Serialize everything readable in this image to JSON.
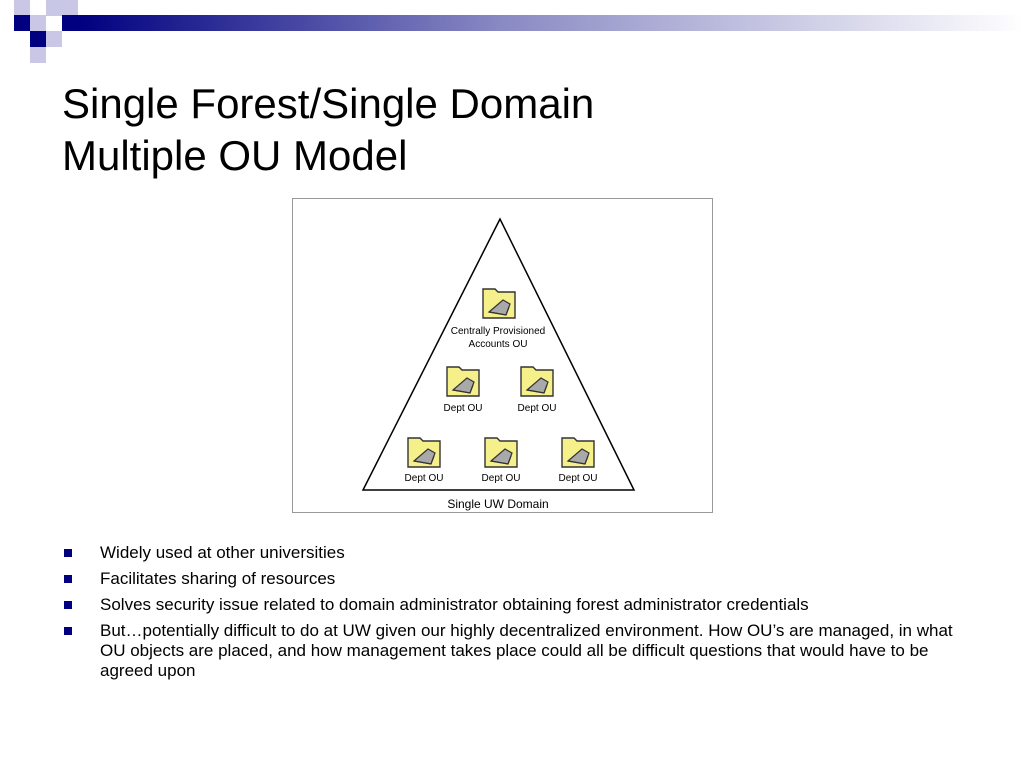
{
  "title": {
    "line1": "Single Forest/Single Domain",
    "line2": "Multiple OU Model"
  },
  "diagram": {
    "caption": "Single UW Domain",
    "top_ou": {
      "label_line1": "Centrally Provisioned",
      "label_line2": "Accounts OU"
    },
    "middle_ous": [
      "Dept OU",
      "Dept OU"
    ],
    "bottom_ous": [
      "Dept OU",
      "Dept OU",
      "Dept OU"
    ]
  },
  "bullets": [
    "Widely used at other universities",
    "Facilitates sharing of resources",
    "Solves security issue related to domain administrator obtaining forest administrator credentials",
    "But…potentially difficult to do at UW given our highly decentralized environment.  How OU’s are managed, in what OU objects are placed, and how management takes place could all be difficult questions that would have to be agreed upon"
  ],
  "colors": {
    "accent": "#000080",
    "deco_light": "#c8c8e6",
    "folder_fill": "#f5f08a",
    "folder_stroke": "#333333",
    "border": "#999999"
  }
}
